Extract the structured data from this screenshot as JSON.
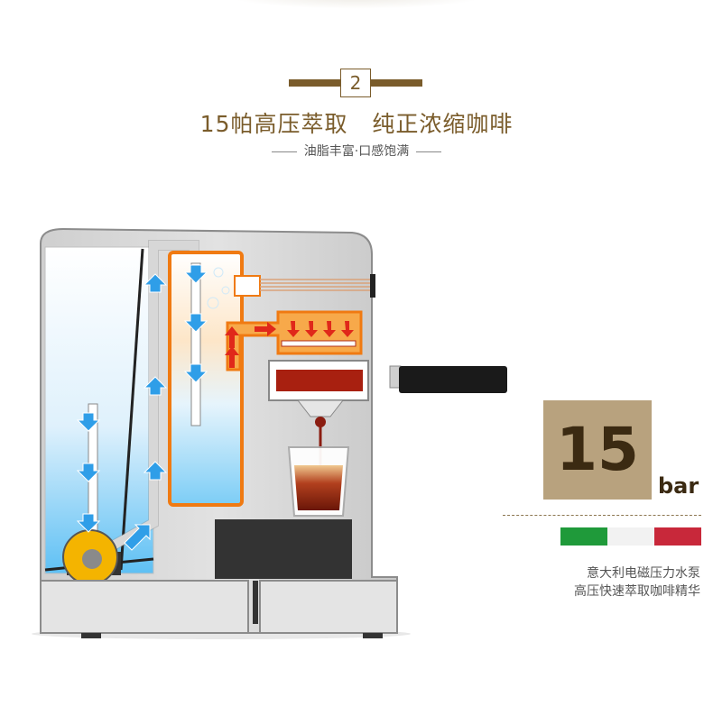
{
  "step_number": "2",
  "title": "15帕高压萃取   纯正浓缩咖啡",
  "subtitle": "油脂丰富·口感饱满",
  "pressure": {
    "value": "15",
    "unit": "bar"
  },
  "flag_colors": [
    "#1f9a3a",
    "#f2f2f2",
    "#c8283a"
  ],
  "description": [
    "意大利电磁压力水泵",
    "高压快速萃取咖啡精华"
  ],
  "colors": {
    "brand": "#7a5c2b",
    "water": "#2f9ee8",
    "heater": "#f07a12",
    "coffee": "#8a1c10"
  }
}
